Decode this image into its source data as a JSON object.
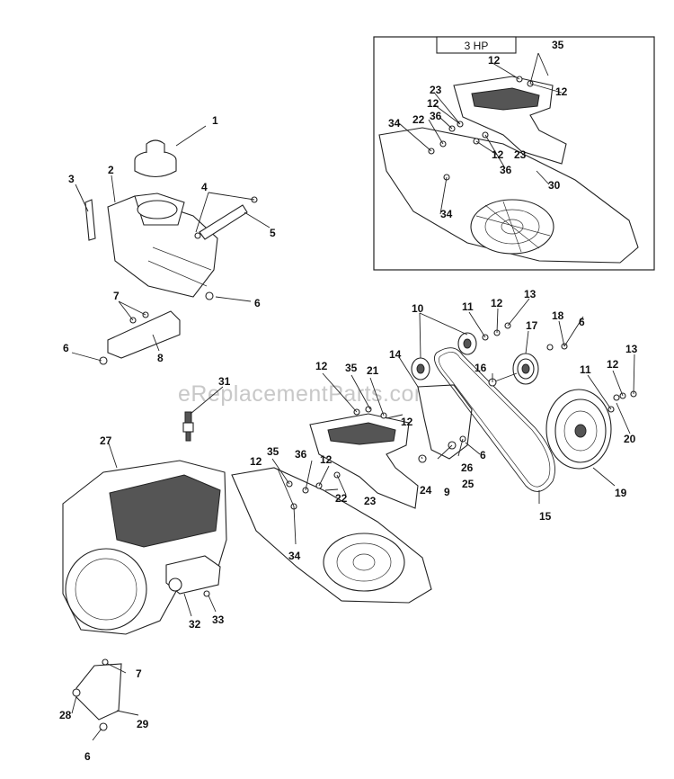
{
  "inset": {
    "title": "3 HP"
  },
  "watermark": "eReplacementParts.com",
  "callouts": [
    {
      "key": "c1",
      "text": "1"
    },
    {
      "key": "c2",
      "text": "2"
    },
    {
      "key": "c3",
      "text": "3"
    },
    {
      "key": "c4",
      "text": "4"
    },
    {
      "key": "c5",
      "text": "5"
    },
    {
      "key": "c6a",
      "text": "6"
    },
    {
      "key": "c7a",
      "text": "7"
    },
    {
      "key": "c6b",
      "text": "6"
    },
    {
      "key": "c8",
      "text": "8"
    },
    {
      "key": "c31",
      "text": "31"
    },
    {
      "key": "c27",
      "text": "27"
    },
    {
      "key": "c32",
      "text": "32"
    },
    {
      "key": "c33",
      "text": "33"
    },
    {
      "key": "c7b",
      "text": "7"
    },
    {
      "key": "c28",
      "text": "28"
    },
    {
      "key": "c29",
      "text": "29"
    },
    {
      "key": "c6c",
      "text": "6"
    },
    {
      "key": "c12a",
      "text": "12"
    },
    {
      "key": "c35a",
      "text": "35"
    },
    {
      "key": "c21",
      "text": "21"
    },
    {
      "key": "c12b",
      "text": "12"
    },
    {
      "key": "c35b",
      "text": "35"
    },
    {
      "key": "c12c",
      "text": "12"
    },
    {
      "key": "c36a",
      "text": "36"
    },
    {
      "key": "c12d",
      "text": "12"
    },
    {
      "key": "c22a",
      "text": "22"
    },
    {
      "key": "c23a",
      "text": "23"
    },
    {
      "key": "c34a",
      "text": "34"
    },
    {
      "key": "c14",
      "text": "14"
    },
    {
      "key": "c24",
      "text": "24"
    },
    {
      "key": "c9",
      "text": "9"
    },
    {
      "key": "c26",
      "text": "26"
    },
    {
      "key": "c25",
      "text": "25"
    },
    {
      "key": "c6d",
      "text": "6"
    },
    {
      "key": "c15",
      "text": "15"
    },
    {
      "key": "c10",
      "text": "10"
    },
    {
      "key": "c11a",
      "text": "11"
    },
    {
      "key": "c12e",
      "text": "12"
    },
    {
      "key": "c13a",
      "text": "13"
    },
    {
      "key": "c17",
      "text": "17"
    },
    {
      "key": "c18",
      "text": "18"
    },
    {
      "key": "c6e",
      "text": "6"
    },
    {
      "key": "c16",
      "text": "16"
    },
    {
      "key": "c11b",
      "text": "11"
    },
    {
      "key": "c12f",
      "text": "12"
    },
    {
      "key": "c13b",
      "text": "13"
    },
    {
      "key": "c20",
      "text": "20"
    },
    {
      "key": "c19",
      "text": "19"
    },
    {
      "key": "c35c",
      "text": "35"
    },
    {
      "key": "c12g",
      "text": "12"
    },
    {
      "key": "c12h",
      "text": "12"
    },
    {
      "key": "c23b",
      "text": "23"
    },
    {
      "key": "c12i",
      "text": "12"
    },
    {
      "key": "c36b",
      "text": "36"
    },
    {
      "key": "c22b",
      "text": "22"
    },
    {
      "key": "c34b",
      "text": "34"
    },
    {
      "key": "c12j",
      "text": "12"
    },
    {
      "key": "c23c",
      "text": "23"
    },
    {
      "key": "c36c",
      "text": "36"
    },
    {
      "key": "c30",
      "text": "30"
    },
    {
      "key": "c34c",
      "text": "34"
    }
  ]
}
